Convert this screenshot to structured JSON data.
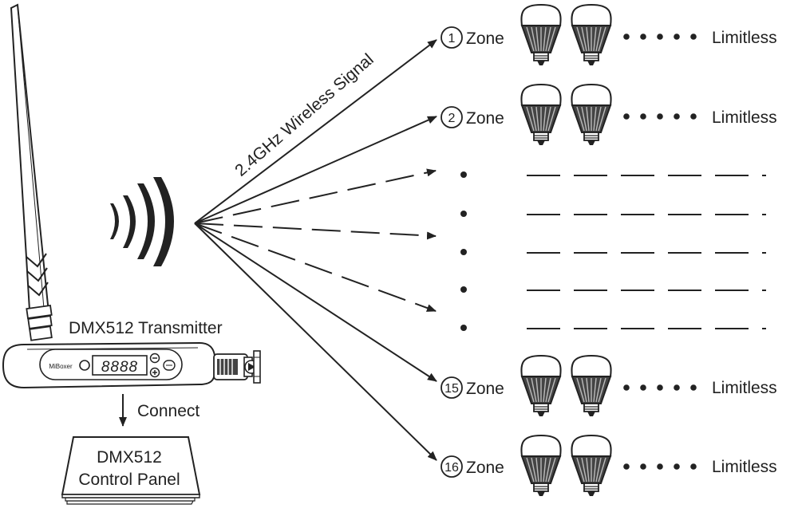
{
  "signal_label": "2.4GHz Wireless Signal",
  "transmitter": {
    "label": "DMX512 Transmitter",
    "brand": "MiBoxer",
    "display": "8888"
  },
  "connect_label": "Connect",
  "control_panel": {
    "line1": "DMX512",
    "line2": "Control Panel"
  },
  "zones": [
    {
      "number": "1",
      "label": "Zone",
      "limit": "Limitless"
    },
    {
      "number": "2",
      "label": "Zone",
      "limit": "Limitless"
    },
    {
      "number": "15",
      "label": "Zone",
      "limit": "Limitless"
    },
    {
      "number": "16",
      "label": "Zone",
      "limit": "Limitless"
    }
  ],
  "colors": {
    "ink": "#222222",
    "background": "#ffffff"
  }
}
